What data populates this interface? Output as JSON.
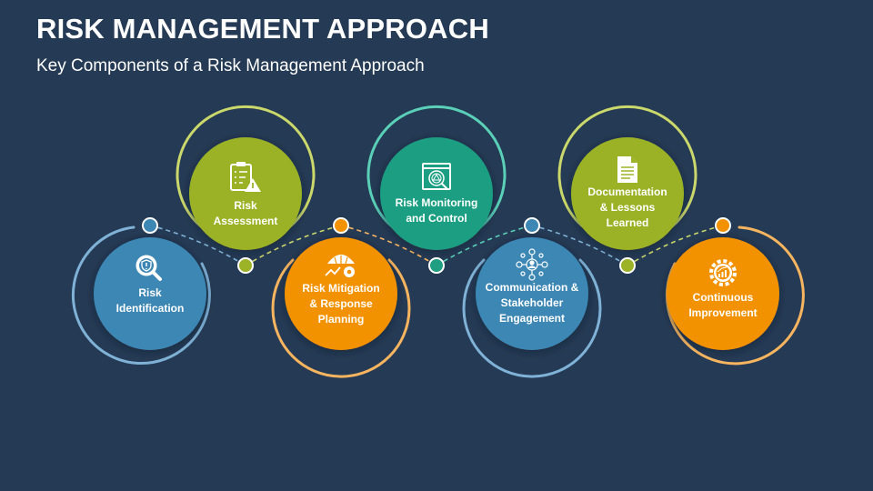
{
  "header": {
    "title": "RISK MANAGEMENT APPROACH",
    "subtitle": "Key Components of a Risk Management Approach"
  },
  "colors": {
    "background": "#253a54",
    "blue": "#3d87b5",
    "blue_ring": "#7fb2d6",
    "green": "#9cb227",
    "green_ring": "#cbd86b",
    "orange": "#f39200",
    "orange_ring": "#f7b560",
    "teal": "#1f9e82",
    "teal_ring": "#5ad0b8"
  },
  "steps": [
    {
      "label": "Risk Identification",
      "line1": "Risk",
      "line2": "Identification",
      "line3": "",
      "icon": "shield-magnifier-icon",
      "color": "blue",
      "position": "bottom"
    },
    {
      "label": "Risk Assessment",
      "line1": "Risk",
      "line2": "Assessment",
      "line3": "",
      "icon": "clipboard-warning-icon",
      "color": "green",
      "position": "top"
    },
    {
      "label": "Risk Mitigation & Response Planning",
      "line1": "Risk Mitigation",
      "line2": "& Response",
      "line3": "Planning",
      "icon": "umbrella-gear-icon",
      "color": "orange",
      "position": "bottom"
    },
    {
      "label": "Risk Monitoring and Control",
      "line1": "Risk Monitoring",
      "line2": "and Control",
      "line3": "",
      "icon": "monitor-search-icon",
      "color": "teal",
      "position": "top"
    },
    {
      "label": "Communication & Stakeholder Engagement",
      "line1": "Communication &",
      "line2": "Stakeholder",
      "line3": "Engagement",
      "icon": "network-people-icon",
      "color": "blue",
      "position": "bottom"
    },
    {
      "label": "Documentation & Lessons Learned",
      "line1": "Documentation",
      "line2": "& Lessons",
      "line3": "Learned",
      "icon": "document-icon",
      "color": "green",
      "position": "top"
    },
    {
      "label": "Continuous Improvement",
      "line1": "Continuous",
      "line2": "Improvement",
      "line3": "",
      "icon": "gear-chart-icon",
      "color": "orange",
      "position": "bottom"
    }
  ]
}
